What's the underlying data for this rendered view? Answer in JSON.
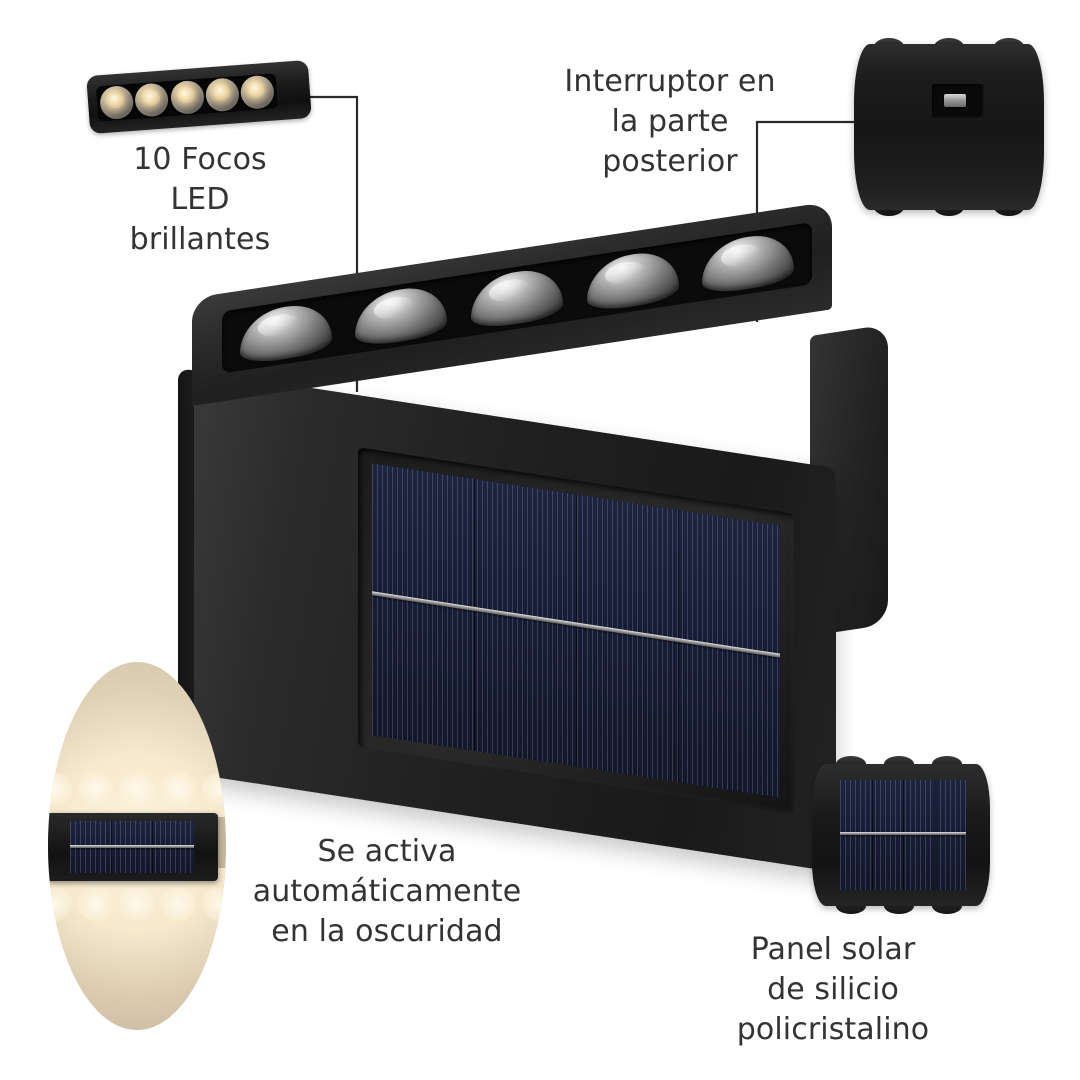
{
  "page": {
    "background_color": "#ffffff",
    "text_color": "#333333",
    "leader_line_color": "#2a2a2a",
    "accent_solar_color": "#1d2440",
    "accent_glow_color": "#fdf0d3",
    "body_color": "#1b1b1b"
  },
  "callouts": [
    {
      "id": "leds",
      "text": "10 Focos\nLED\nbrillantes",
      "icon": "led-strip-icon",
      "led_count_visible": 5
    },
    {
      "id": "switch",
      "text": "Interruptor en\nla parte\nposterior",
      "icon": "rear-switch-icon"
    },
    {
      "id": "auto-dark",
      "text": "Se activa\nautomáticamente\nen la oscuridad",
      "icon": "glowing-lamp-oval-icon"
    },
    {
      "id": "solar-panel",
      "text": "Panel solar\nde silicio\npolicristalino",
      "icon": "solar-panel-front-icon"
    }
  ],
  "product": {
    "name": "solar-wall-lamp",
    "led_domes": 5,
    "solar_cell_columns": 4,
    "solar_cell_rows": 2,
    "busbar_count": 1
  }
}
